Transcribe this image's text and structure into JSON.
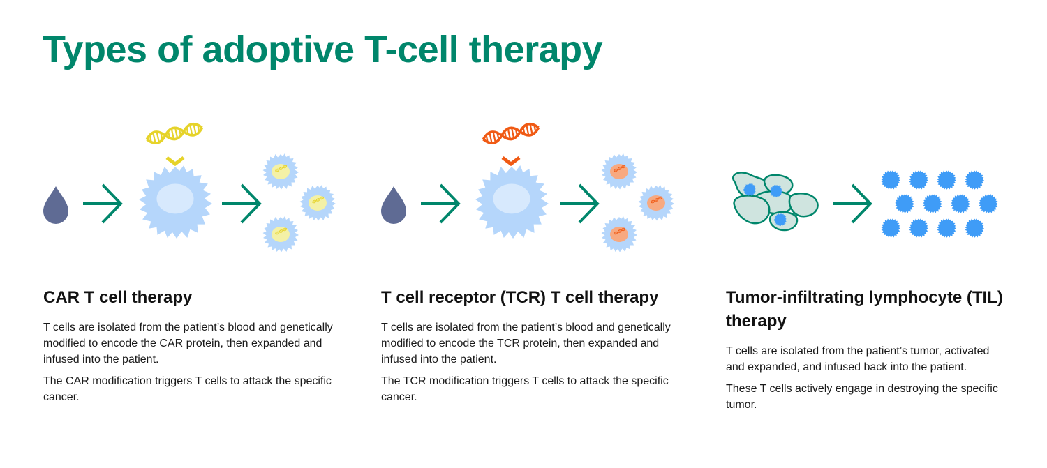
{
  "page": {
    "title": "Types of adoptive T-cell therapy"
  },
  "colors": {
    "title": "#00866b",
    "arrow": "#00866b",
    "blood_drop": "#5f6b94",
    "t_cell": "#b5d6fb",
    "t_cell_nucleus": "#d7e9fd",
    "car_dna": "#e6d32a",
    "car_nucleus": "#f4f1a6",
    "tcr_dna": "#f05a14",
    "tcr_nucleus": "#f7a980",
    "tumor_cell_fill": "#cfe4df",
    "tumor_cell_stroke": "#00866b",
    "til_cell": "#3f9cf7"
  },
  "panels": [
    {
      "id": "car",
      "heading": "CAR T cell therapy",
      "paragraphs": [
        "T cells are isolated from the patient’s blood and genetically modified to encode the CAR protein, then expanded and infused into the patient.",
        "The CAR modification triggers T cells to attack the specific cancer."
      ],
      "icons": [
        "blood-drop-icon",
        "arrow-right-icon",
        "dna-icon",
        "t-cell-icon",
        "arrow-right-icon",
        "modified-t-cell-icon"
      ]
    },
    {
      "id": "tcr",
      "heading": "T cell receptor (TCR) T cell therapy",
      "paragraphs": [
        "T cells are isolated from the patient’s blood and genetically modified to encode the TCR protein, then expanded and infused into the patient.",
        "The TCR modification triggers T cells to attack the specific cancer."
      ],
      "icons": [
        "blood-drop-icon",
        "arrow-right-icon",
        "dna-icon",
        "t-cell-icon",
        "arrow-right-icon",
        "modified-t-cell-icon"
      ]
    },
    {
      "id": "til",
      "heading": "Tumor-infiltrating lymphocyte (TIL) therapy",
      "paragraphs": [
        "T cells are isolated from the patient’s tumor, activated and expanded, and infused back into the patient.",
        "These T cells actively engage in destroying the specific tumor."
      ],
      "icons": [
        "tumor-tissue-icon",
        "arrow-right-icon",
        "expanded-lymphocytes-icon"
      ],
      "expanded_cell_rows": [
        4,
        4,
        4
      ]
    }
  ]
}
